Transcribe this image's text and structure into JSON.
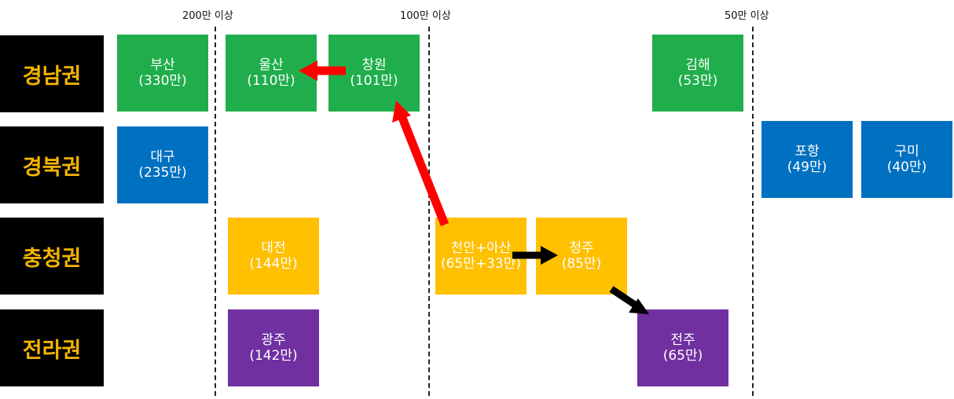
{
  "thresholds": {
    "t200": "200만 이상",
    "t100": "100만 이상",
    "t50": "50만 이상"
  },
  "regions": {
    "gyeongnam": "경남권",
    "gyeongbuk": "경북권",
    "chungcheong": "충청권",
    "jeolla": "전라권"
  },
  "cities": {
    "busan": {
      "name": "부산",
      "pop": "(330만)"
    },
    "ulsan": {
      "name": "울산",
      "pop": "(110만)"
    },
    "changwon": {
      "name": "창원",
      "pop": "(101만)"
    },
    "gimhae": {
      "name": "김해",
      "pop": "(53만)"
    },
    "daegu": {
      "name": "대구",
      "pop": "(235만)"
    },
    "pohang": {
      "name": "포항",
      "pop": "(49만)"
    },
    "gumi": {
      "name": "구미",
      "pop": "(40만)"
    },
    "daejeon": {
      "name": "대전",
      "pop": "(144만)"
    },
    "cheonan_asan": {
      "name": "천안+아산",
      "pop": "(65만+33만)"
    },
    "cheongju": {
      "name": "청주",
      "pop": "(85만)"
    },
    "gwangju": {
      "name": "광주",
      "pop": "(142만)"
    },
    "jeonju": {
      "name": "전주",
      "pop": "(65만)"
    }
  },
  "colors": {
    "gyeongnam": "#1fae4b",
    "gyeongbuk": "#0070c0",
    "chungcheong": "#ffc000",
    "jeolla": "#7030a0",
    "region_label": "#f5b400",
    "arrow_red": "#ff0000",
    "arrow_black": "#000000"
  },
  "arrows": [
    {
      "from": "changwon",
      "to": "ulsan",
      "color": "red"
    },
    {
      "from": "cheonan_asan",
      "to": "changwon",
      "color": "red"
    },
    {
      "from": "cheonan_asan",
      "to": "cheongju",
      "color": "black"
    },
    {
      "from": "cheongju",
      "to": "jeonju",
      "color": "black"
    }
  ]
}
